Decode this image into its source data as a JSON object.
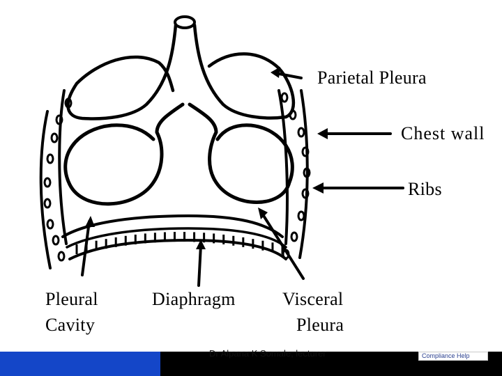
{
  "labels": {
    "parietal_pleura": "Parietal Pleura",
    "chest_wall": "Chest wall",
    "ribs": "Ribs",
    "pleural_cavity_line1": "Pleural",
    "pleural_cavity_line2": "Cavity",
    "diaphragm": "Diaphragm",
    "visceral_pleura_line1": "Visceral",
    "visceral_pleura_line2": "Pleura"
  },
  "footer": {
    "caption": "Dr Alpana K Somale, lecturer",
    "logo_text": "Compliance Help",
    "colors": {
      "bar": "#000000",
      "accent": "#1446c8"
    }
  }
}
